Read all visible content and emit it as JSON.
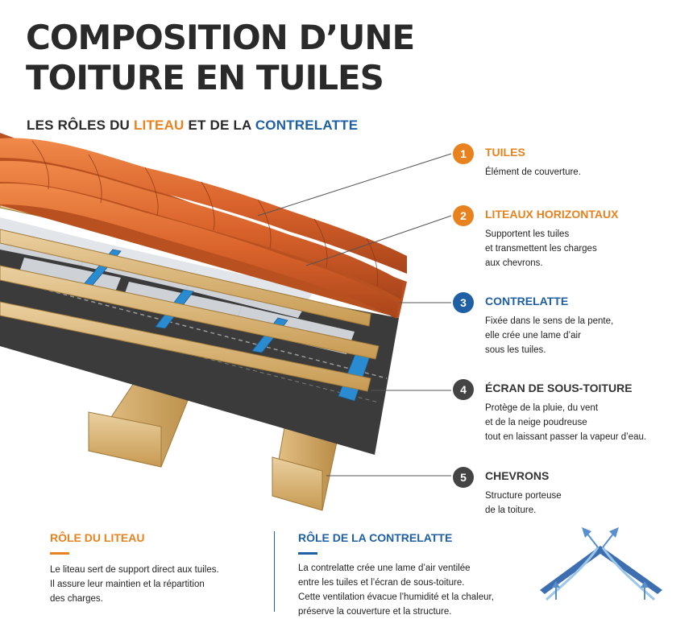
{
  "header": {
    "title_line1": "COMPOSITION D’UNE",
    "title_line2": "TOITURE EN TUILES",
    "subtitle_part1": "LES RÔLES DU ",
    "subtitle_liteau": "LITEAU",
    "subtitle_part2": " ET DE LA ",
    "subtitle_contrelatte": "CONTRELATTE"
  },
  "items": [
    {
      "number": "1",
      "title": "TUILES",
      "desc": [
        "Élément de couverture."
      ]
    },
    {
      "number": "2",
      "title": "LITEAUX HORIZONTAUX",
      "desc": [
        "Supportent les tuiles",
        "et transmettent les charges",
        "aux chevrons."
      ]
    },
    {
      "number": "3",
      "title": "CONTRELATTE",
      "desc": [
        "Fixée dans le sens de la pente,",
        "elle crée une lame d’air",
        "sous les tuiles."
      ]
    },
    {
      "number": "4",
      "title": "ÉCRAN DE SOUS-TOITURE",
      "desc": [
        "Protège de la pluie, du vent",
        "et de la neige poudreuse",
        "tout en laissant passer la vapeur d’eau."
      ]
    },
    {
      "number": "5",
      "title": "CHEVRONS",
      "desc": [
        "Structure porteuse",
        "de la toiture."
      ]
    }
  ],
  "bottom": {
    "liteau": {
      "title": "RÔLE DU LITEAU",
      "desc": [
        "Le liteau sert de support direct aux tuiles.",
        "Il assure leur maintien et la répartition",
        "des charges."
      ]
    },
    "contrelatte": {
      "title": "RÔLE DE LA CONTRELATTE",
      "desc": [
        "La contrelatte crée une lame d’air ventilée",
        "entre les tuiles et l’écran de sous-toiture.",
        "Cette ventilation évacue l’humidité et la chaleur,",
        "préserve la couverture et la structure."
      ]
    }
  },
  "colors": {
    "orange": "#e8821e",
    "blue": "#1f5fa3",
    "dark": "#444444",
    "tile": "#d9622b",
    "wood": "#d9b56e",
    "membrane": "#3a3a3a"
  }
}
